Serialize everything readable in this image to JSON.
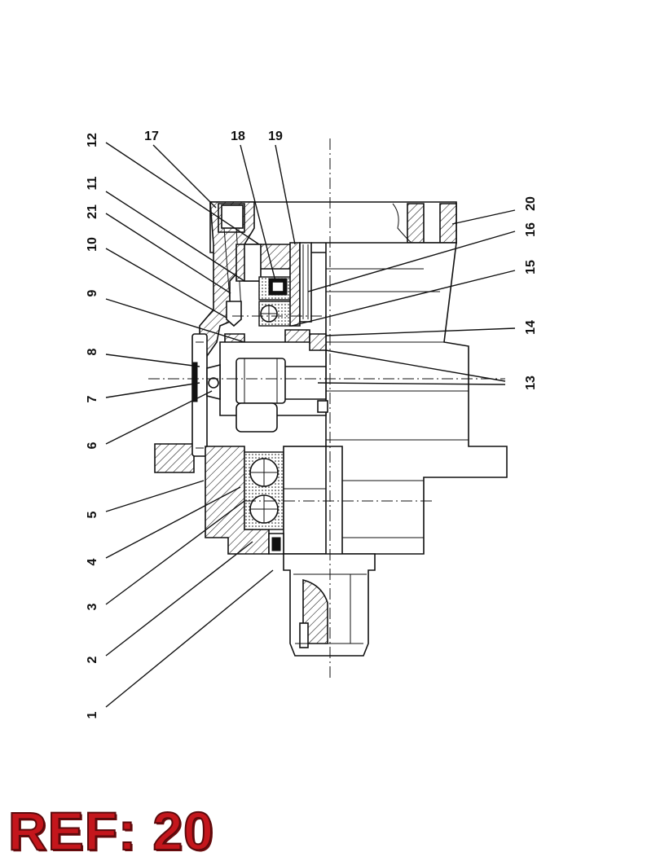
{
  "reference": {
    "label": "REF: 20"
  },
  "callouts": [
    "1",
    "2",
    "3",
    "4",
    "5",
    "6",
    "7",
    "8",
    "9",
    "10",
    "11",
    "12",
    "13",
    "14",
    "15",
    "16",
    "17",
    "18",
    "19",
    "20",
    "21"
  ],
  "colors": {
    "badge": "#c4161c",
    "lines": "#111111",
    "background": "#ffffff"
  }
}
